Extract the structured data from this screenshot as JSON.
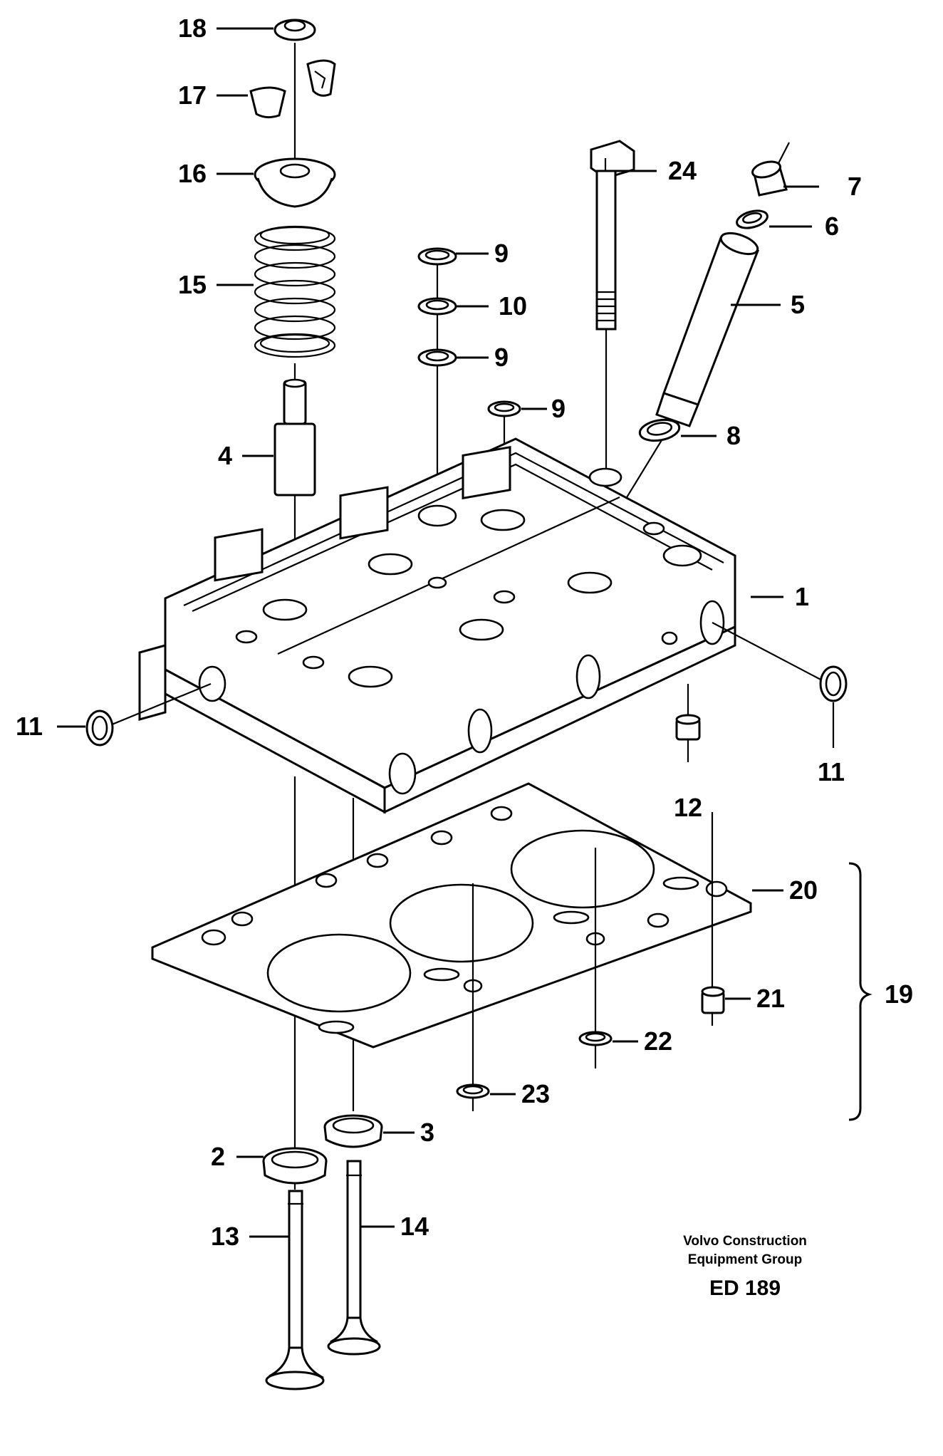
{
  "callouts": [
    {
      "id": "18",
      "text": "18"
    },
    {
      "id": "17",
      "text": "17"
    },
    {
      "id": "16",
      "text": "16"
    },
    {
      "id": "15",
      "text": "15"
    },
    {
      "id": "4",
      "text": "4"
    },
    {
      "id": "9a",
      "text": "9"
    },
    {
      "id": "10",
      "text": "10"
    },
    {
      "id": "9b",
      "text": "9"
    },
    {
      "id": "9c",
      "text": "9"
    },
    {
      "id": "24",
      "text": "24"
    },
    {
      "id": "7",
      "text": "7"
    },
    {
      "id": "6",
      "text": "6"
    },
    {
      "id": "5",
      "text": "5"
    },
    {
      "id": "8",
      "text": "8"
    },
    {
      "id": "1",
      "text": "1"
    },
    {
      "id": "11a",
      "text": "11"
    },
    {
      "id": "11b",
      "text": "11"
    },
    {
      "id": "12",
      "text": "12"
    },
    {
      "id": "20",
      "text": "20"
    },
    {
      "id": "19",
      "text": "19"
    },
    {
      "id": "21",
      "text": "21"
    },
    {
      "id": "22",
      "text": "22"
    },
    {
      "id": "23",
      "text": "23"
    },
    {
      "id": "2",
      "text": "2"
    },
    {
      "id": "3",
      "text": "3"
    },
    {
      "id": "13",
      "text": "13"
    },
    {
      "id": "14",
      "text": "14"
    }
  ],
  "footer": {
    "line1": "Volvo Construction",
    "line2": "Equipment Group",
    "code": "ED 189"
  }
}
